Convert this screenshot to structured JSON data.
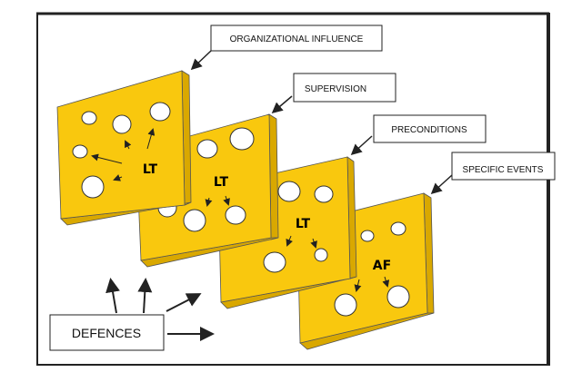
{
  "labels": {
    "organizational_influence": "ORGANIZATIONAL INFLUENCE",
    "supervision": "SUPERVISION",
    "preconditions": "PRECONDITIONS",
    "specific_events": "SPECIFIC EVENTS",
    "defences": "DEFENCES"
  },
  "plates": [
    {
      "label": "LT"
    },
    {
      "label": "LT"
    },
    {
      "label": "LT"
    },
    {
      "label": "AF"
    }
  ],
  "colors": {
    "plate": "#F9C80E",
    "plate_edge": "#D9A800",
    "outline": "#333333",
    "frame": "#222222"
  }
}
